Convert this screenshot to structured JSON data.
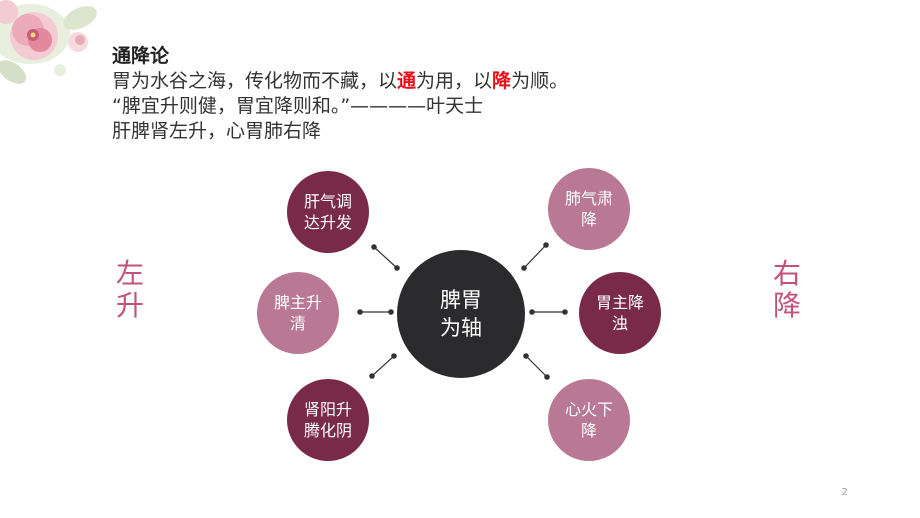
{
  "text": {
    "title": "通降论",
    "line1_pre": "胃为水谷之海，传化物而不藏，以",
    "line1_hl1": "通",
    "line1_mid": "为用，以",
    "line1_hl2": "降",
    "line1_post": "为顺。",
    "line2": "“脾宜升则健，胃宜降则和。”————叶天士",
    "line3": "肝脾肾左升，心胃肺右降"
  },
  "left_label": "左升",
  "right_label": "右降",
  "center": {
    "line1": "脾胃",
    "line2": "为轴"
  },
  "nodes": {
    "liver": {
      "line1": "肝气调",
      "line2": "达升发"
    },
    "spleen": {
      "line1": "脾主升",
      "line2": "清"
    },
    "kidney": {
      "line1": "肾阳升",
      "line2": "腾化阴"
    },
    "lung": {
      "line1": "肺气肃",
      "line2": "降"
    },
    "stomach": {
      "line1": "胃主降",
      "line2": "浊"
    },
    "heart": {
      "line1": "心火下",
      "line2": "降"
    }
  },
  "page_number": "2",
  "colors": {
    "dark_node": "#7a2a49",
    "light_node": "#b97893",
    "center_node": "#2b2b2d",
    "side_label": "#c2527a",
    "highlight": "#e8101c"
  }
}
